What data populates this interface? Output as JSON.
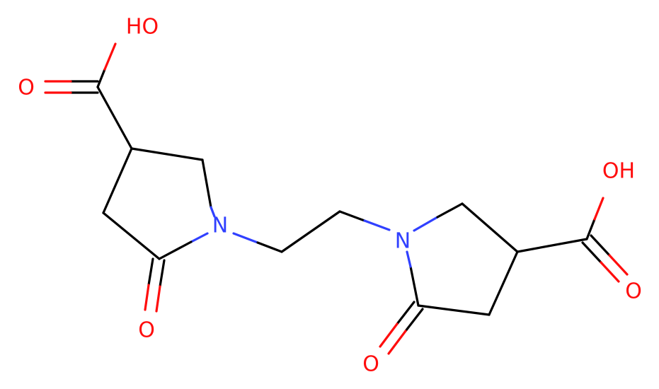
{
  "colors": {
    "bond": "#000000",
    "nitrogen": "#3040ff",
    "oxygen": "#ff0d0d",
    "background": "#ffffff"
  },
  "atoms": {
    "oh_left": "HO",
    "o_left_carbonyl_acid": "O",
    "n_left": "N",
    "o_left_lactam": "O",
    "n_right": "N",
    "oh_right": "OH",
    "o_right_carbonyl_acid": "O",
    "o_right_lactam": "O"
  }
}
